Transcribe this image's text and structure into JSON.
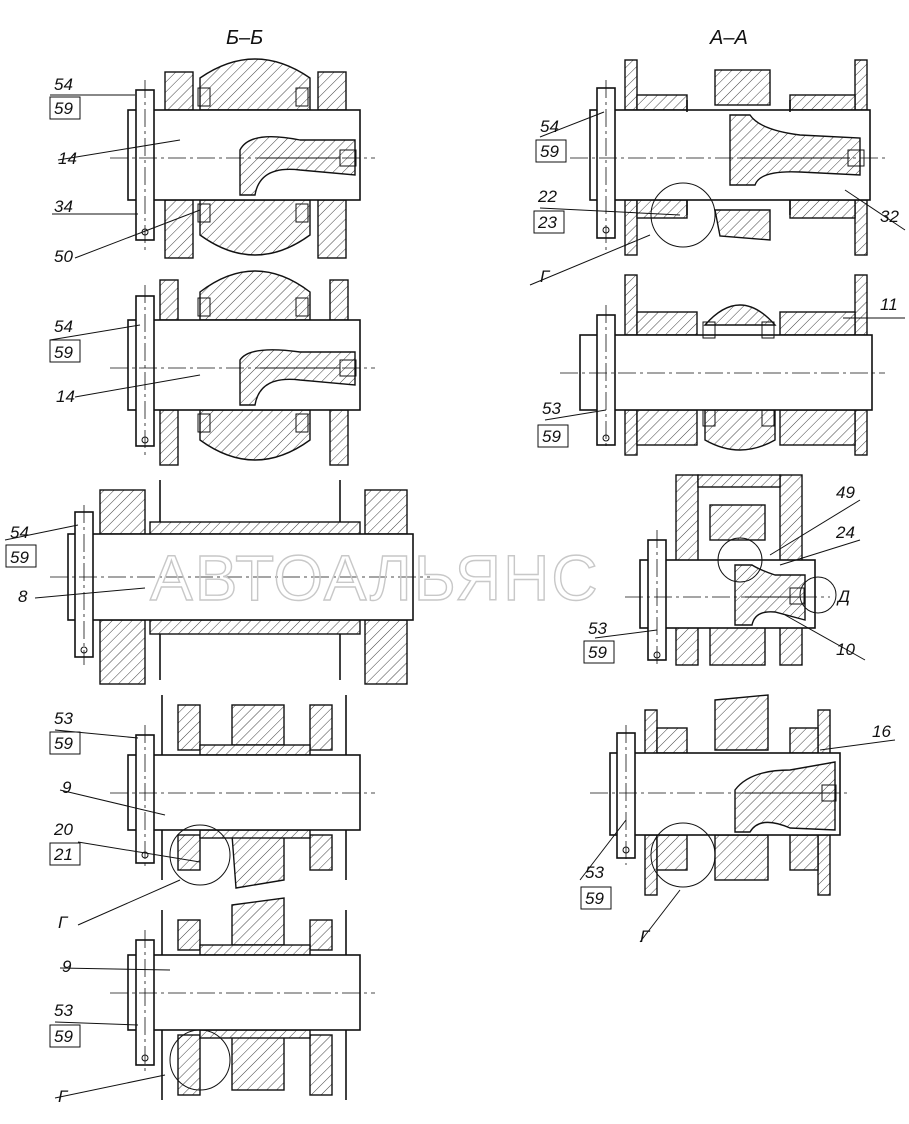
{
  "sections": {
    "bb": "Б–Б",
    "aa": "А–А"
  },
  "labels": {
    "l54a": "54",
    "l59a": "59",
    "l14a": "14",
    "l34": "34",
    "l50": "50",
    "l54b": "54",
    "l59b": "59",
    "l14b": "14",
    "l54c": "54",
    "l59c": "59",
    "l8": "8",
    "l53d": "53",
    "l59d": "59",
    "l9a": "9",
    "l20": "20",
    "l21": "21",
    "lGa": "Г",
    "l9b": "9",
    "l53e": "53",
    "l59e": "59",
    "lGb": "Г",
    "l54f": "54",
    "l59f": "59",
    "l22": "22",
    "l23": "23",
    "l32": "32",
    "lGc": "Г",
    "l11": "11",
    "l53g": "53",
    "l59g": "59",
    "l49": "49",
    "l24": "24",
    "lD": "Д",
    "l53h": "53",
    "l59h": "59",
    "l10": "10",
    "l16": "16",
    "l53i": "53",
    "l59i": "59",
    "lGd": "Г"
  },
  "watermark": "АВТОАЛЬЯНС"
}
